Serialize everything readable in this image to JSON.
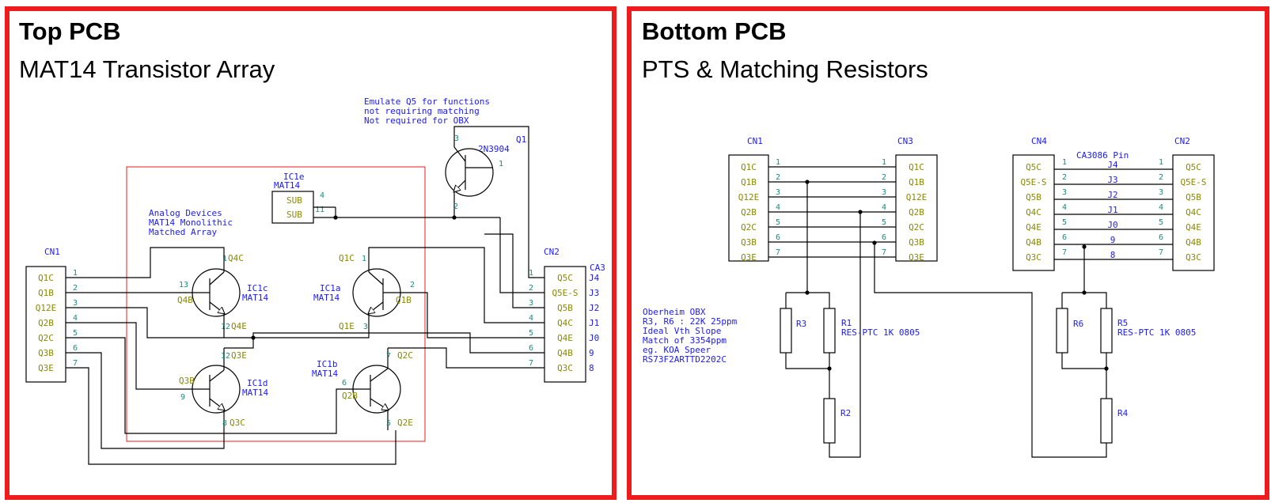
{
  "panels": {
    "top": {
      "title": "Top PCB",
      "subtitle": "MAT14 Transistor Array",
      "notes": {
        "emulate": [
          "Emulate Q5 for functions",
          "not requiring matching",
          "Not required for OBX"
        ],
        "analog": [
          "Analog Devices",
          "MAT14 Monolithic",
          "Matched Array"
        ]
      },
      "parts": {
        "cn1": "CN1",
        "cn2": "CN2",
        "ca_partial": "CA3",
        "ic1e_ref": "IC1e",
        "ic1e_val": "MAT14",
        "sub": "SUB",
        "q1_ref": "Q1",
        "q1_val": "2N3904",
        "ic1a_ref": "IC1a",
        "ic1b_ref": "IC1b",
        "ic1c_ref": "IC1c",
        "ic1d_ref": "IC1d",
        "mat14": "MAT14"
      },
      "cn1_pins": [
        "Q1C",
        "Q1B",
        "Q12E",
        "Q2B",
        "Q2C",
        "Q3B",
        "Q3E"
      ],
      "cn2_pins": [
        "Q5C",
        "Q5E-S",
        "Q5B",
        "Q4C",
        "Q4E",
        "Q4B",
        "Q3C"
      ],
      "cn2_jlabels": [
        "J4",
        "J3",
        "J2",
        "J1",
        "J0",
        "9",
        "8"
      ],
      "transistor_pins": {
        "q4c": "Q4C",
        "q4b": "Q4B",
        "q4e": "Q4E",
        "q1c": "Q1C",
        "q1b": "Q1B",
        "q1e": "Q1E",
        "q3e": "Q3E",
        "q3b": "Q3B",
        "q3c": "Q3C",
        "q2c": "Q2C",
        "q2b": "Q2B",
        "q2e": "Q2E"
      }
    },
    "bottom": {
      "title": "Bottom PCB",
      "subtitle": "PTS & Matching Resistors",
      "parts": {
        "cn1": "CN1",
        "cn3": "CN3",
        "cn4": "CN4",
        "cn2": "CN2",
        "ca3086": "CA3086 Pin",
        "r1": "R1",
        "r2": "R2",
        "r3": "R3",
        "r4": "R4",
        "r5": "R5",
        "r6": "R6",
        "res_ptc": "RES-PTC 1K 0805"
      },
      "cn1_pins": [
        "Q1C",
        "Q1B",
        "Q12E",
        "Q2B",
        "Q2C",
        "Q3B",
        "Q3E"
      ],
      "cn4_pins": [
        "Q5C",
        "Q5E-S",
        "Q5B",
        "Q4C",
        "Q4E",
        "Q4B",
        "Q3C"
      ],
      "ca3086_pins": [
        "J4",
        "J3",
        "J2",
        "J1",
        "J0",
        "9",
        "8"
      ],
      "note": [
        "Oberheim OBX",
        "R3, R6 : 22K 25ppm",
        "Ideal Vth Slope",
        "Match of 3354ppm",
        "eg. KOA Speer",
        "RS73F2ARTTD2202C"
      ]
    }
  },
  "colors": {
    "border": "#ee1c1c",
    "label": "#1a1aff",
    "pin_number": "#1a8c7a",
    "pin_name": "#8a8a00",
    "wire": "#000000"
  }
}
